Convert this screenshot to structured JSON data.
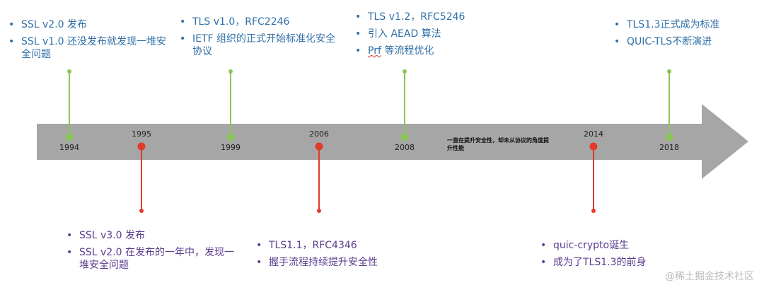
{
  "milestones": [
    {
      "year": "1994",
      "side": "top",
      "color": "#8cc55a",
      "items": [
        "SSL v2.0 发布",
        "SSL v1.0 还没发布就发现一堆安全问题"
      ]
    },
    {
      "year": "1995",
      "side": "bottom",
      "color": "#e23a2a",
      "items": [
        "SSL v3.0 发布",
        "SSL v2.0 在发布的一年中，发现一堆安全问题"
      ]
    },
    {
      "year": "1999",
      "side": "top",
      "color": "#8cc55a",
      "items": [
        "TLS v1.0，RFC2246",
        "IETF 组织的正式开始标准化安全协议"
      ]
    },
    {
      "year": "2006",
      "side": "bottom",
      "color": "#e23a2a",
      "items": [
        "TLS1.1，RFC4346",
        "握手流程持续提升安全性"
      ]
    },
    {
      "year": "2008",
      "side": "top",
      "color": "#8cc55a",
      "items": [
        "TLS v1.2，RFC5246",
        "引入 AEAD 算法",
        "Prf 等流程优化"
      ]
    },
    {
      "year": "2014",
      "side": "bottom",
      "color": "#e23a2a",
      "items": [
        "quic-crypto诞生",
        "成为了TLS1.3的前身"
      ]
    },
    {
      "year": "2018",
      "side": "top",
      "color": "#8cc55a",
      "items": [
        "TLS1.3正式成为标准",
        "QUIC-TLS不断演进"
      ]
    }
  ],
  "arrow_note": "一直在提升安全性，却未从协议的角度提升性能",
  "watermark": "@稀土掘金技术社区",
  "colors": {
    "arrow": "#a6a6a6",
    "top": "#8cc55a",
    "bottom": "#e23a2a"
  }
}
